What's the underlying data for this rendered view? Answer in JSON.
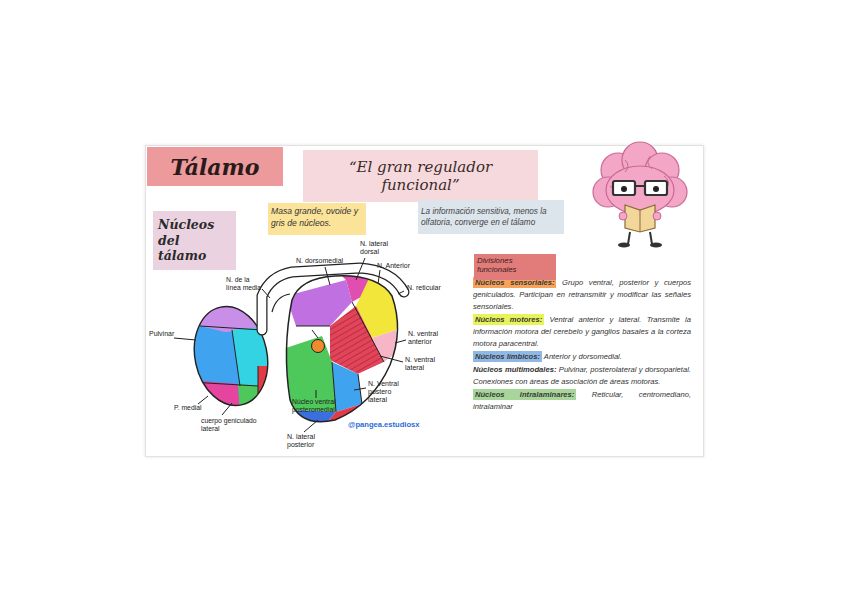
{
  "diagram": {
    "title": "Tálamo",
    "nodes": [
      {
        "text": [
          "“El gran regulador funcional”"
        ]
      },
      {
        "text": [
          "Núcleos del tálamo"
        ]
      },
      {
        "text": [
          "Masa grande, ovoide y gris de núcleos."
        ]
      },
      {
        "text": [
          "La información sensitiva, menos la olfatoria, converge en el tálamo"
        ]
      },
      {
        "text": [
          "Divisiones funcionales"
        ]
      },
      {
        "text": [
          "Núcleos sensoriales:"
        ]
      },
      {
        "text": [
          "Núcleos motores:"
        ]
      },
      {
        "text": [
          "Núcleos límbicos:"
        ]
      },
      {
        "text": [
          "Núcleos intralaminares:"
        ]
      }
    ],
    "labels": [
      "Grupo ventral, posterior y cuerpos geniculados. Participan en retransmitir y modificar las señales sensoriales.",
      "Ventral anterior y lateral. Transmite la información motora del cerebelo y ganglios basales a la corteza motora paracentral.",
      "Anterior y dorsomedial.",
      "Núcleos multimodales:",
      "Pulvinar, posterolateral y dorsoparietal. Conexiones con áreas de asociación de áreas motoras.",
      "Reticular, centromediano, intralaminar",
      "N. dorsomedial",
      "N. lateral dorsal",
      "N. Anterior",
      "N. de la línea media",
      "N. reticular",
      "Pulvinar",
      "N. ventral anterior",
      "N. ventral lateral",
      "N. Ventral postero lateral",
      "Núcleo ventral posteromedial",
      "P. medial",
      "cuerpo geniculado lateral",
      "N. lateral posterior",
      "@pangea.estudiosx"
    ]
  }
}
